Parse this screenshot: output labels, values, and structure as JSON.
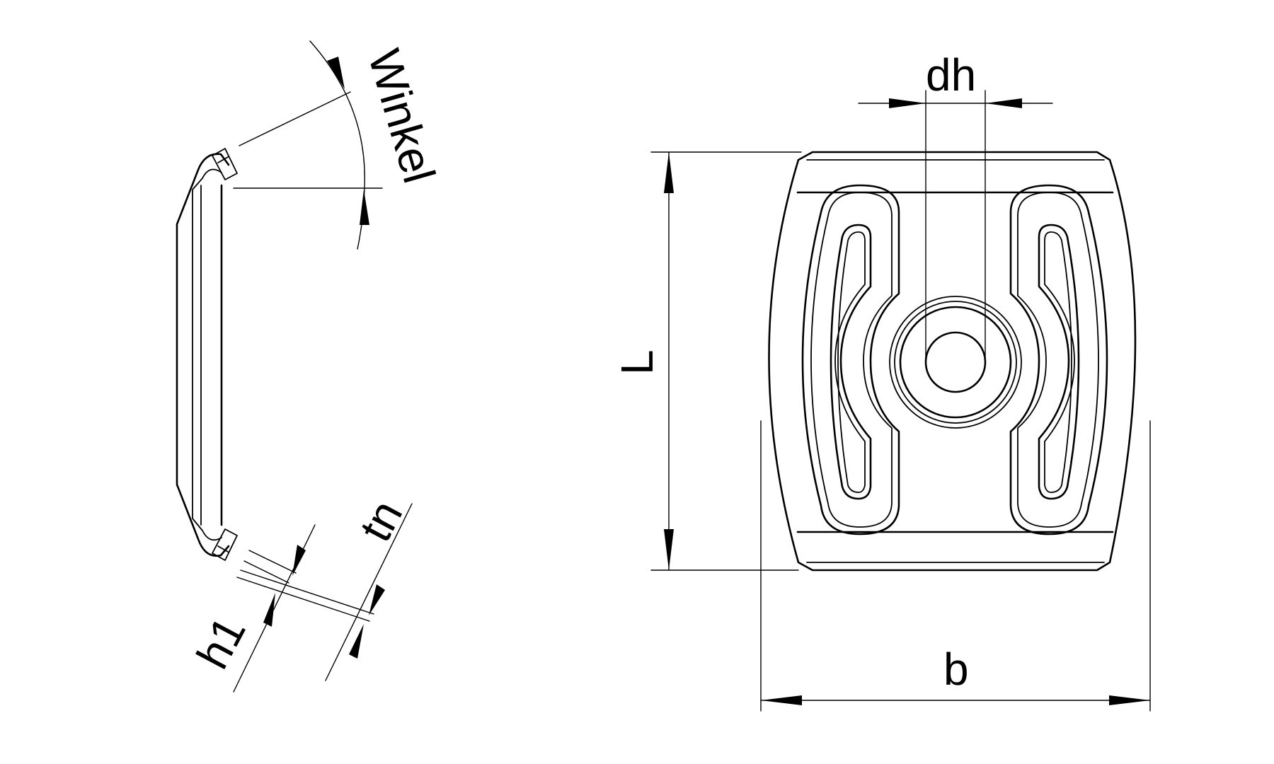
{
  "drawing": {
    "colors": {
      "line": "#000000",
      "background": "#ffffff"
    },
    "dimension_labels": {
      "angle": "Winkel",
      "height": "h1",
      "thickness": "tn",
      "hole_diameter": "dh",
      "length": "L",
      "width": "b"
    }
  }
}
